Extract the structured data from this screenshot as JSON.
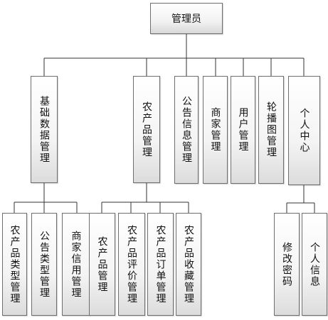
{
  "root": {
    "label": "管理员"
  },
  "children": [
    {
      "label": "基础数据管理",
      "children": [
        "农产品类型管理",
        "公告类型管理",
        "商家信用管理"
      ]
    },
    {
      "label": "农产品管理",
      "children": [
        "农产品管理",
        "农产品评价管理",
        "农产品订单管理",
        "农产品收藏管理"
      ]
    },
    {
      "label": "公告信息管理",
      "children": []
    },
    {
      "label": "商家管理",
      "children": []
    },
    {
      "label": "用户管理",
      "children": []
    },
    {
      "label": "轮播图管理",
      "children": []
    },
    {
      "label": "个人中心",
      "children": [
        "修改密码",
        "个人信息"
      ]
    }
  ],
  "colors": {
    "line": "#333333",
    "border": "#6e6e6e",
    "text": "#111111"
  }
}
